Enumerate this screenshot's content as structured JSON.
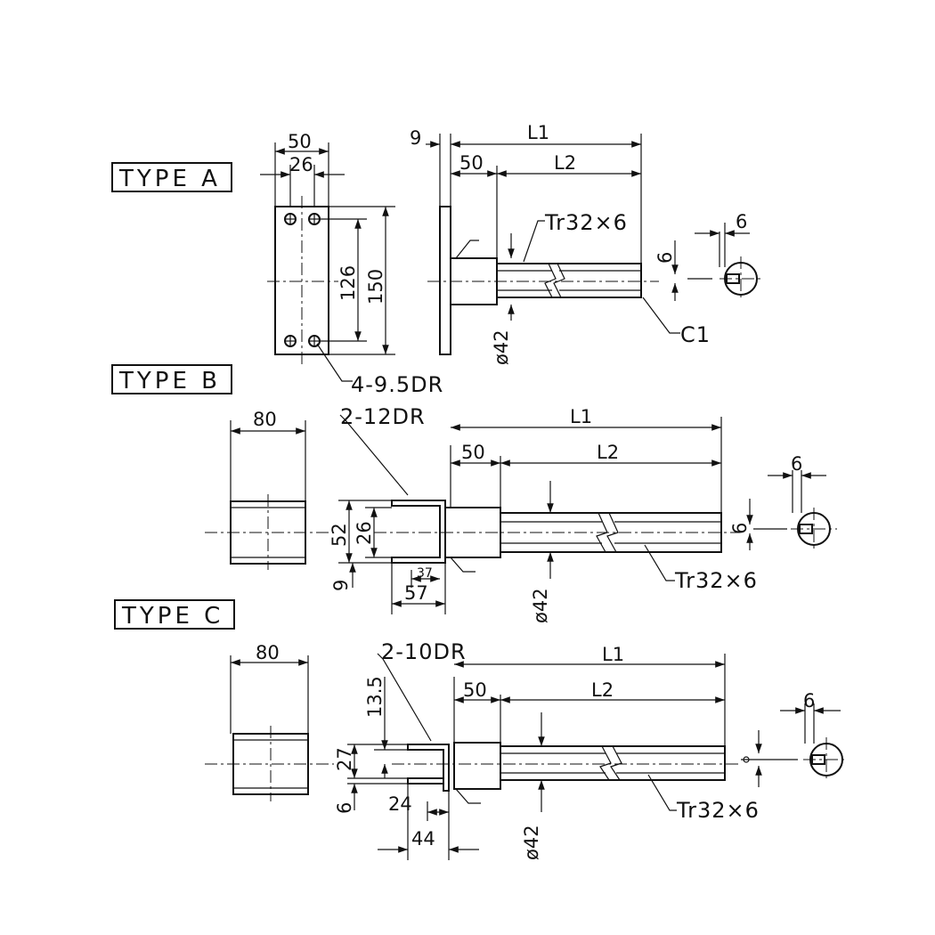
{
  "type_a": {
    "title": "TYPE A",
    "dim_50_top": "50",
    "dim_26_top": "26",
    "dim_9": "9",
    "dim_l1": "L1",
    "dim_50_shaft": "50",
    "dim_l2": "L2",
    "thread": "Tr32×6",
    "dim_6_key": "6",
    "dim_6_slot": "6",
    "dim_126": "126",
    "dim_150": "150",
    "holes": "4-9.5DR",
    "chamfer": "C1",
    "dia": "ø42"
  },
  "type_b": {
    "title": "TYPE B",
    "dim_80": "80",
    "holes": "2-12DR",
    "dim_l1": "L1",
    "dim_50": "50",
    "dim_l2": "L2",
    "dim_6_key": "6",
    "dim_6_slot": "6",
    "dim_52": "52",
    "dim_26": "26",
    "dim_9": "9",
    "dim_37": "37",
    "dim_57": "57",
    "dia": "ø42",
    "thread": "Tr32×6"
  },
  "type_c": {
    "title": "TYPE C",
    "dim_80": "80",
    "holes": "2-10DR",
    "dim_l1": "L1",
    "dim_50": "50",
    "dim_l2": "L2",
    "dim_6_key": "6",
    "dim_13_5": "13.5",
    "dim_27": "27",
    "dim_6": "6",
    "dim_24": "24",
    "dim_44": "44",
    "dia": "ø42",
    "thread": "Tr32×6"
  }
}
